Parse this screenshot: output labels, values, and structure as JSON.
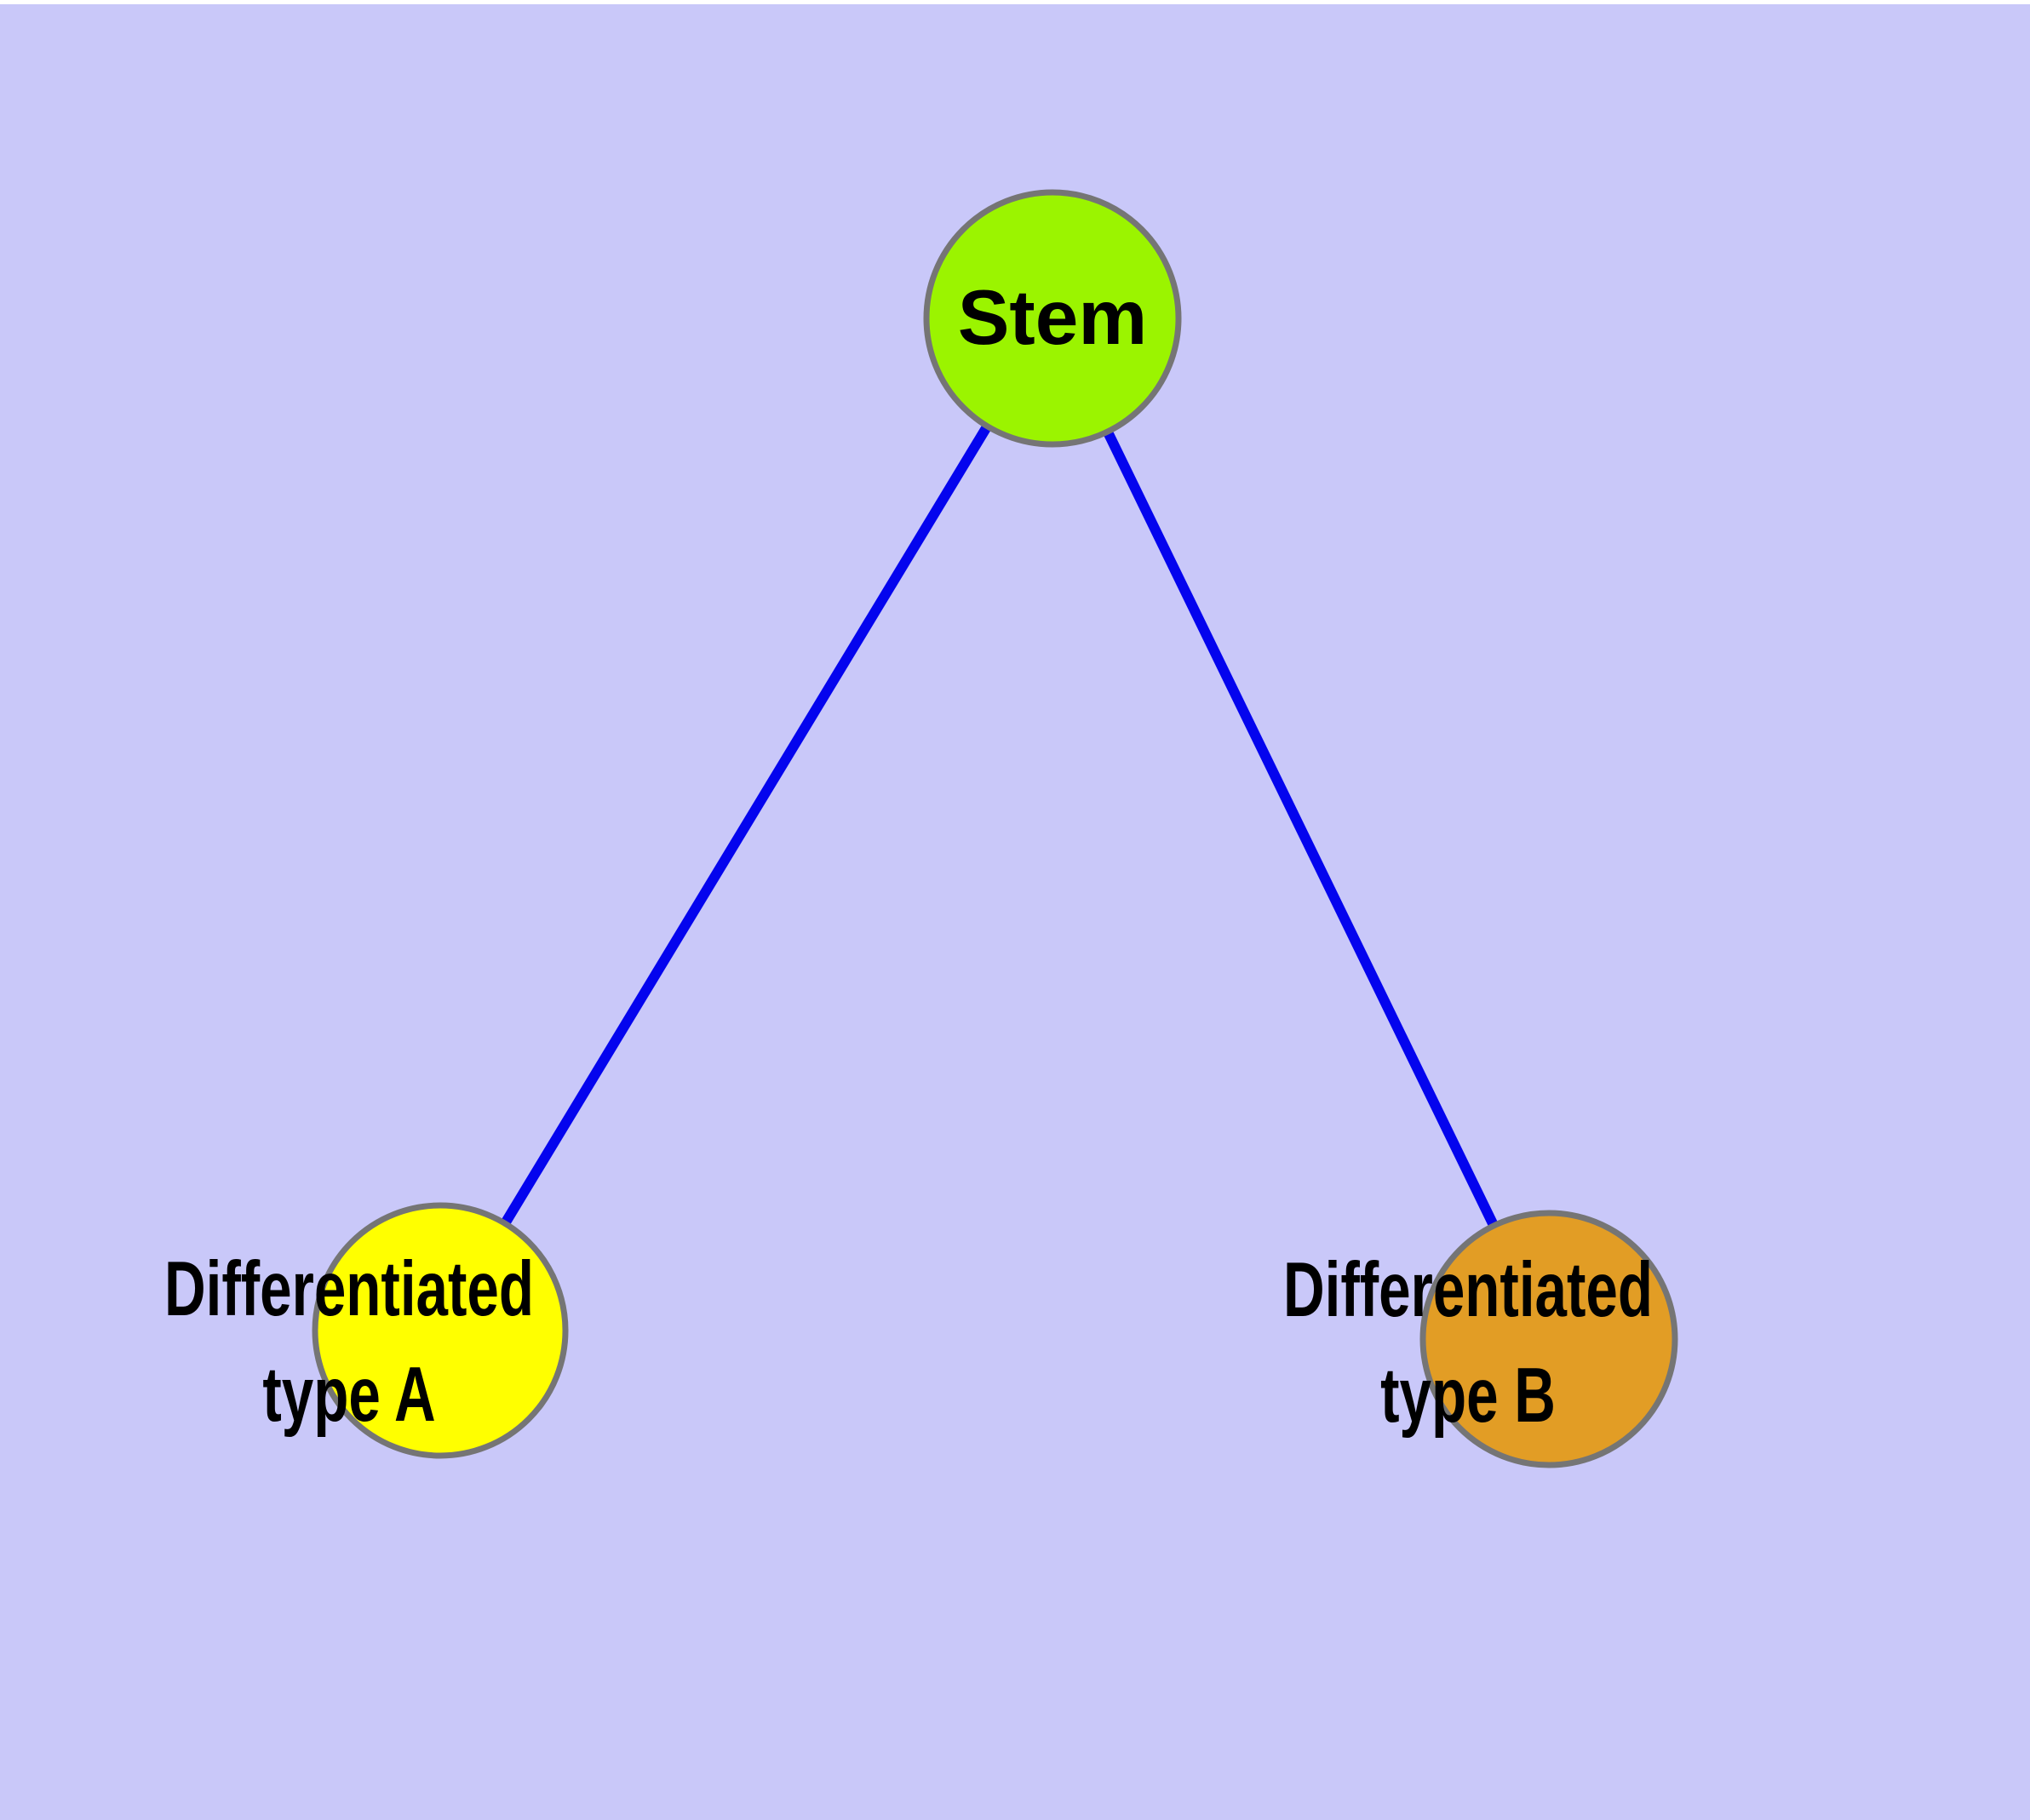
{
  "diagram": {
    "type": "graph",
    "background_color": "#c9c8f9",
    "top_strip_color": "#ffffff",
    "edge_color": "#0404ee",
    "node_border_color": "#757575",
    "label_color": "#000000",
    "nodes": [
      {
        "id": "stem",
        "label": "Stem",
        "color": "#9bf400"
      },
      {
        "id": "typeA",
        "label": "Differentiated type A",
        "label_line1": "Differentiated",
        "label_line2": "type A",
        "color": "#ffff00"
      },
      {
        "id": "typeB",
        "label": "Differentiated type B",
        "label_line1": "Differentiated",
        "label_line2": "type B",
        "color": "#e29d25"
      }
    ],
    "edges": [
      {
        "from": "Stem",
        "to": "Differentiated type A"
      },
      {
        "from": "Stem",
        "to": "Differentiated type B"
      }
    ]
  }
}
